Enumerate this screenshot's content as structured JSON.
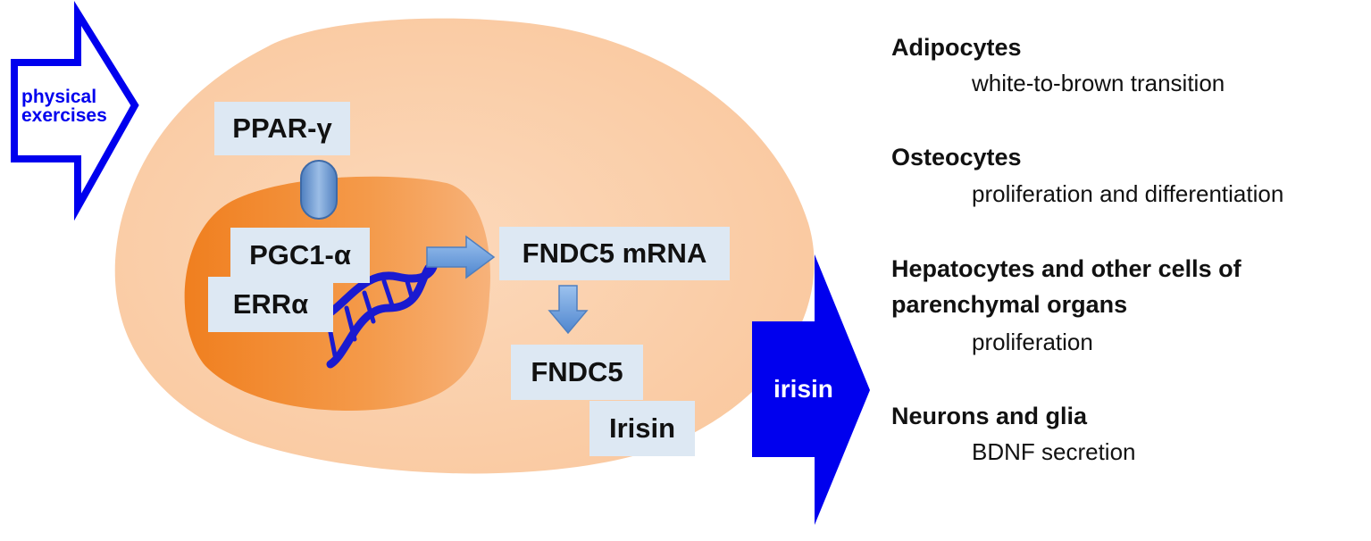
{
  "input_arrow": {
    "label_line1": "physical",
    "label_line2": "exercises"
  },
  "cell": {
    "receptor": "PPAR-γ",
    "nucleus_factor_1": "PGC1-α",
    "nucleus_factor_2": "ERRα",
    "mrna": "FNDC5 mRNA",
    "protein": "FNDC5",
    "product": "Irisin"
  },
  "output_arrow": {
    "label": "irisin"
  },
  "effects": [
    {
      "title": "Adipocytes",
      "description": "white-to-brown transition"
    },
    {
      "title": "Osteocytes",
      "description": "proliferation and differentiation"
    },
    {
      "title_line1": "Hepatocytes and other cells of",
      "title_line2": "parenchymal organs",
      "description": "proliferation"
    },
    {
      "title": "Neurons and glia",
      "description": "BDNF secretion"
    }
  ],
  "colors": {
    "arrow_blue": "#0000ee",
    "cell_fill": "#fbd3b0",
    "nucleus_fill": "#f28a2c",
    "box_fill": "#dde8f3",
    "flow_arrow": "#6fa0dc",
    "dna": "#1a1ad0"
  }
}
